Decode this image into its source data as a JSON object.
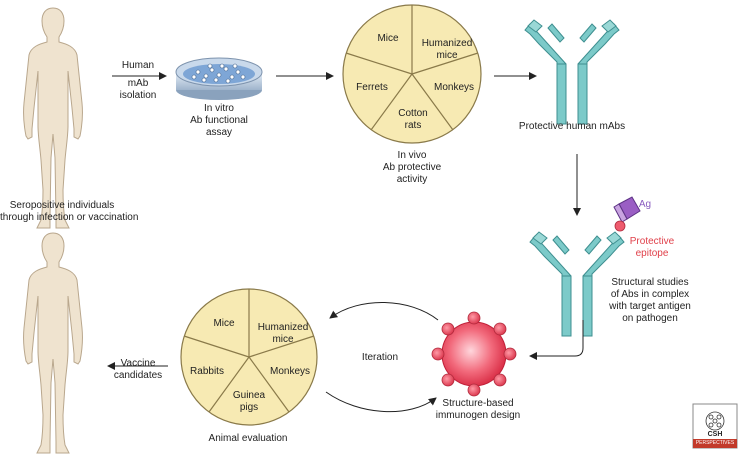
{
  "people": {
    "source_caption": [
      "Seropositive individuals",
      "through infection or vaccination"
    ]
  },
  "steps": {
    "isolation": [
      "Human",
      "mAb",
      "isolation"
    ],
    "in_vitro": [
      "In vitro",
      "Ab functional",
      "assay"
    ],
    "in_vivo_caption": [
      "In vivo",
      "Ab protective",
      "activity"
    ],
    "protective_mabs": "Protective human mAbs",
    "structural": [
      "Structural studies",
      "of Abs in complex",
      "with target antigen",
      "on pathogen"
    ],
    "ag_label": "Ag",
    "epitope_label": [
      "Protective",
      "epitope"
    ],
    "design": [
      "Structure-based",
      "immunogen design"
    ],
    "iteration": "Iteration",
    "animal_evaluation": "Animal evaluation",
    "vaccine": [
      "Vaccine",
      "candidates"
    ]
  },
  "in_vivo_wheel": {
    "mice": "Mice",
    "humanized": [
      "Humanized",
      "mice"
    ],
    "ferrets": "Ferrets",
    "monkeys": "Monkeys",
    "cotton": [
      "Cotton",
      "rats"
    ]
  },
  "animal_wheel": {
    "mice": "Mice",
    "humanized": [
      "Humanized",
      "mice"
    ],
    "rabbits": "Rabbits",
    "monkeys": "Monkeys",
    "guinea": [
      "Guinea",
      "pigs"
    ]
  },
  "logo": {
    "text": "CSH",
    "sub": "PERSPECTIVES"
  },
  "colors": {
    "figure": "#efe3cf",
    "figure_edge": "#b9a78d",
    "antibody": "#7ccac9",
    "antibody_edge": "#3e8f90",
    "wheel": "#f7eab3",
    "dish": "#bcd6ee",
    "immunogen": "#e8425a"
  }
}
